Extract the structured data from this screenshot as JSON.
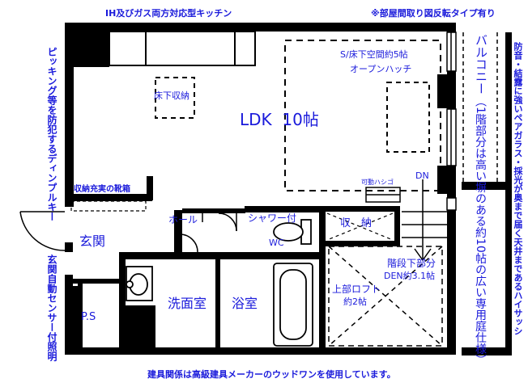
{
  "top_left_note": "IH及びガス両方対応型キッチン",
  "top_right_note": "※部屋間取り図反転タイプ有り",
  "bottom_note": "建具関係は高級建具メーカーのウッドワンを使用しています。",
  "left_note_1": "ピッキング等を防犯するディンプルキー",
  "left_note_2": "玄関自動センサー付照明",
  "right_note": "防音・結露に強いペアガラス・採光が奥まで届く天井まであるハイサッシ",
  "balcony_label": "バルコニー",
  "balcony_detail": "（1階部分は高い塀のある約10帖の広い専用庭仕様）",
  "rooms": {
    "ldk": "LDK  10帖",
    "floor_storage": "床下収納",
    "under_floor_space": "S/床下空間約5帖",
    "open_hatch": "オープンハッチ",
    "shoe_closet": "収納充実の靴箱",
    "hall": "ホール",
    "shower": "シャワー付",
    "wc": "WC",
    "closet": "収　納",
    "movable_ladder": "可動ハシゴ",
    "dn": "DN",
    "entrance": "玄関",
    "ps": "P.S",
    "washroom": "洗面室",
    "bathroom": "浴室",
    "stair_den_1": "階段下部分",
    "stair_den_2": "DEN約3.1帖",
    "upper_loft_1": "上部ロフト",
    "upper_loft_2": "約2帖"
  },
  "colors": {
    "text": "#1a1adb",
    "wall": "#000000",
    "floor": "#ffffff"
  }
}
